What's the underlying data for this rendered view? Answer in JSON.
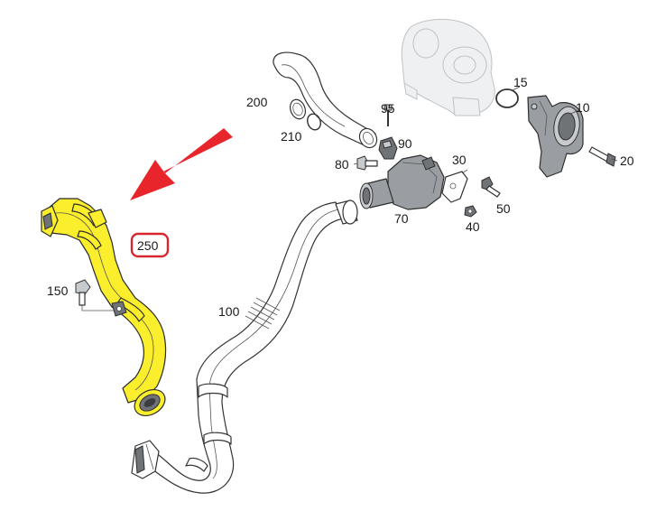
{
  "callouts": [
    {
      "id": "10",
      "text": "10"
    },
    {
      "id": "15",
      "text": "15"
    },
    {
      "id": "20",
      "text": "20"
    },
    {
      "id": "30",
      "text": "30"
    },
    {
      "id": "40",
      "text": "40"
    },
    {
      "id": "50",
      "text": "50"
    },
    {
      "id": "70",
      "text": "70"
    },
    {
      "id": "80",
      "text": "80"
    },
    {
      "id": "90",
      "text": "90"
    },
    {
      "id": "95",
      "text": "95"
    },
    {
      "id": "100",
      "text": "100"
    },
    {
      "id": "150",
      "text": "150"
    },
    {
      "id": "200",
      "text": "200"
    },
    {
      "id": "210",
      "text": "210"
    },
    {
      "id": "250",
      "text": "250"
    }
  ],
  "highlight": {
    "part": "250",
    "part_color": "#fbee2c",
    "frame_color": "#d8262e",
    "arrow_color": "#e8252a"
  }
}
